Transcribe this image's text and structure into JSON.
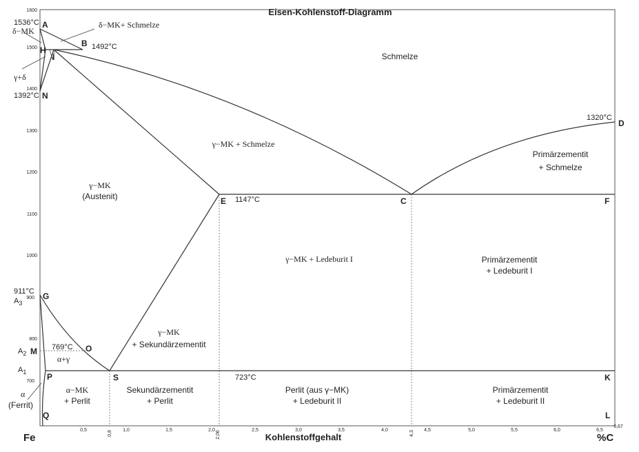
{
  "title": "Eisen-Kohlenstoff-Diagramm",
  "axes": {
    "x_label": "Kohlenstoffgehalt",
    "x_left_label": "Fe",
    "x_unit": "%C",
    "x_ticks": [
      "0,5",
      "0,8",
      "1,0",
      "1,5",
      "2,0",
      "2,06",
      "2,5",
      "3,0",
      "3,5",
      "4,0",
      "4,3",
      "4,5",
      "5,0",
      "5,5",
      "6,0",
      "6,5",
      "6,67"
    ],
    "y_ticks": [
      "1600",
      "1500",
      "1400",
      "1300",
      "1200",
      "1100",
      "1000",
      "900",
      "800",
      "700"
    ]
  },
  "points": {
    "A": "A",
    "B": "B",
    "H": "H",
    "I": "I",
    "N": "N",
    "D": "D",
    "E": "E",
    "C": "C",
    "F": "F",
    "G": "G",
    "M": "M",
    "O": "O",
    "P": "P",
    "S": "S",
    "K": "K",
    "Q": "Q",
    "L": "L"
  },
  "temperatures": {
    "t1536": "1536°C",
    "t1492": "1492°C",
    "t1392": "1392°C",
    "t1320": "1320°C",
    "t1147": "1147°C",
    "t911": "911°C",
    "t769": "769°C",
    "t723": "723°C"
  },
  "critical_points": {
    "A3": "A",
    "A3_sub": "3",
    "A2": "A",
    "A2_sub": "2",
    "A1": "A",
    "A1_sub": "1"
  },
  "phases": {
    "delta_mk": "δ−MK",
    "delta_schmelze": "δ−MK+ Schmelze",
    "schmelze": "Schmelze",
    "gamma_delta": "γ+δ",
    "gamma_schmelze": "γ−MK + Schmelze",
    "primaer_schmelze_1": "Primärzementit",
    "primaer_schmelze_2": "+ Schmelze",
    "austenit_1": "γ−MK",
    "austenit_2": "(Austenit)",
    "gamma_ledeburit": "γ−MK + Ledeburit I",
    "primaer_ledeburit1_1": "Primärzementit",
    "primaer_ledeburit1_2": "+ Ledeburit I",
    "gamma_sek_1": "γ−MK",
    "gamma_sek_2": "+ Sekundärzementit",
    "alpha_gamma": "α+γ",
    "alpha_perlit_1": "α−MK",
    "alpha_perlit_2": "+ Perlit",
    "sek_perlit_1": "Sekundärzementit",
    "sek_perlit_2": "+ Perlit",
    "perlit_led_1": "Perlit (aus γ−MK)",
    "perlit_led_2": "+ Ledeburit II",
    "primaer_led2_1": "Primärzementit",
    "primaer_led2_2": "+ Ledeburit II",
    "ferrit_1": "α",
    "ferrit_2": "(Ferrit)"
  }
}
